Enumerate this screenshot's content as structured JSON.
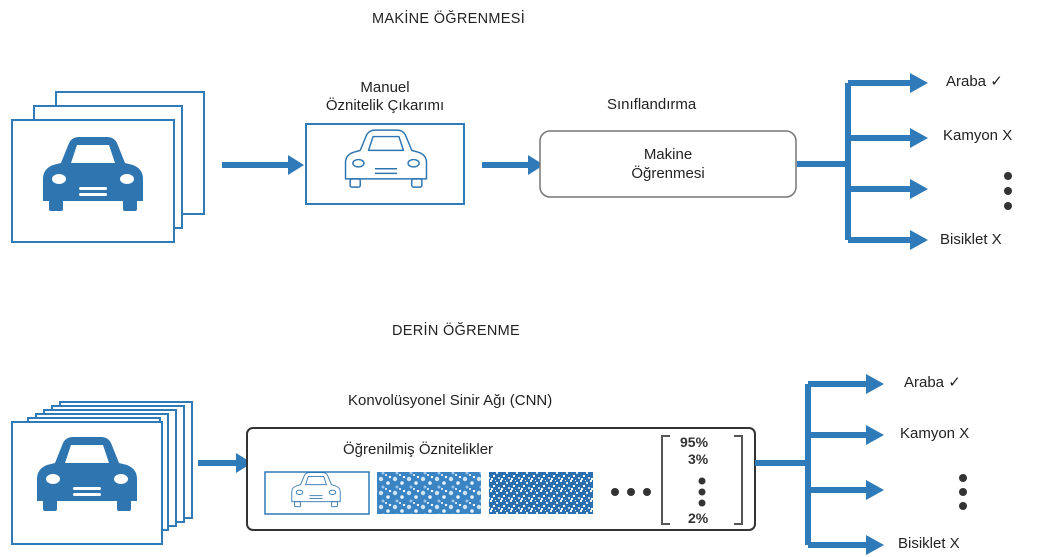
{
  "top": {
    "title": "MAKİNE ÖĞRENMESİ",
    "feature_extraction_line1": "Manuel",
    "feature_extraction_line2": "Öznitelik Çıkarımı",
    "classification_label": "Sınıflandırma",
    "ml_box_line1": "Makine",
    "ml_box_line2": "Öğrenmesi",
    "outputs": [
      "Araba ✓",
      "Kamyon X",
      "Bisiklet X"
    ]
  },
  "bottom": {
    "title": "DERİN ÖĞRENME",
    "cnn_label": "Konvolüsyonel Sinir Ağı (CNN)",
    "learned_features_label": "Öğrenilmiş Öznitelikler",
    "probabilities": [
      "95%",
      "3%",
      "2%"
    ],
    "outputs": [
      "Araba ✓",
      "Kamyon X",
      "Bisiklet X"
    ]
  },
  "colors": {
    "accent": "#2f7ab8",
    "car_fill": "#2f75b0",
    "text": "#222222",
    "box_border": "#555555"
  },
  "icons": [
    "car-icon",
    "car-outline-icon",
    "ellipsis-icon",
    "vertical-ellipsis-icon",
    "arrow-right-icon"
  ]
}
